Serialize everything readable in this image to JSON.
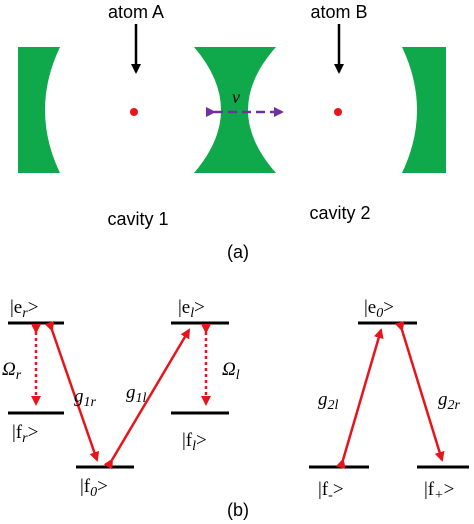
{
  "panel_a": {
    "atom_a_label": "atom A",
    "atom_b_label": "atom B",
    "coupling_label": "v",
    "cavity_1_label": "cavity 1",
    "cavity_2_label": "cavity 2",
    "caption": "(a)"
  },
  "panel_b": {
    "caption": "(b)",
    "left": {
      "er_prefix": "|e",
      "er_sub": "r",
      "er_suffix": ">",
      "el_prefix": "|e",
      "el_sub": "l",
      "el_suffix": ">",
      "fr_prefix": "|f",
      "fr_sub": "r",
      "fr_suffix": ">",
      "fl_prefix": "|f",
      "fl_sub": "l",
      "fl_suffix": ">",
      "f0_prefix": "|f",
      "f0_sub": "0",
      "f0_suffix": ">",
      "omega_r_main": "Ω",
      "omega_r_sub": "r",
      "omega_l_main": "Ω",
      "omega_l_sub": "l",
      "g1r_main": "g",
      "g1r_sub": "1r",
      "g1l_main": "g",
      "g1l_sub": "1l"
    },
    "right": {
      "e0_prefix": "|e",
      "e0_sub": "0",
      "e0_suffix": ">",
      "fminus_prefix": "|f",
      "fminus_sub": "-",
      "fminus_suffix": ">",
      "fplus_prefix": "|f",
      "fplus_sub": "+",
      "fplus_suffix": ">",
      "g2l_main": "g",
      "g2l_sub": "2l",
      "g2r_main": "g",
      "g2r_sub": "2r"
    }
  },
  "colors": {
    "mirror": "#0fa84a",
    "atom": "#e8141c",
    "coupling": "#7030a0",
    "transition": "#e8141c",
    "line": "#000000"
  }
}
